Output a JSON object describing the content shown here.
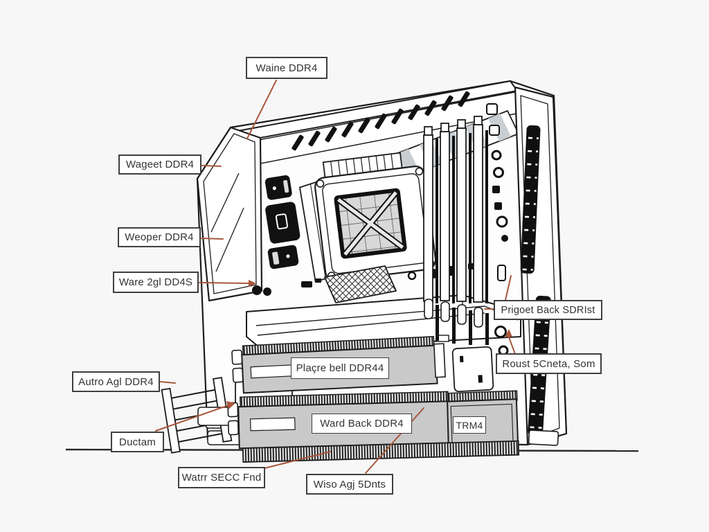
{
  "diagram": {
    "title": "annotated motherboard line drawing",
    "colors": {
      "background": "#f7f7f8",
      "line": "#1c1c1c",
      "leader": "#a8573c",
      "module_fill": "#c9c9c9",
      "stripe_fill": "#c9ced3"
    },
    "labels": [
      {
        "id": "waine",
        "text": "Waine DDR4"
      },
      {
        "id": "wageet",
        "text": "Wageet DDR4"
      },
      {
        "id": "weoper",
        "text": "Weoper DDR4"
      },
      {
        "id": "ware",
        "text": "Ware 2gl DD4S"
      },
      {
        "id": "autro",
        "text": "Autro Agl DDR4"
      },
      {
        "id": "ductam",
        "text": "Ductam"
      },
      {
        "id": "watrr",
        "text": "Watrr SECC Fnd"
      },
      {
        "id": "wiso",
        "text": "Wiso Agj 5Dnts"
      },
      {
        "id": "prigoet",
        "text": "Prigoet Back SDRIst"
      },
      {
        "id": "roust",
        "text": "Roust 5Cneta, Som"
      },
      {
        "id": "placre",
        "text": "Plaçre bell DDR44"
      },
      {
        "id": "wardback",
        "text": "Ward Back DDR4"
      },
      {
        "id": "trm4",
        "text": "TRM4"
      }
    ]
  }
}
